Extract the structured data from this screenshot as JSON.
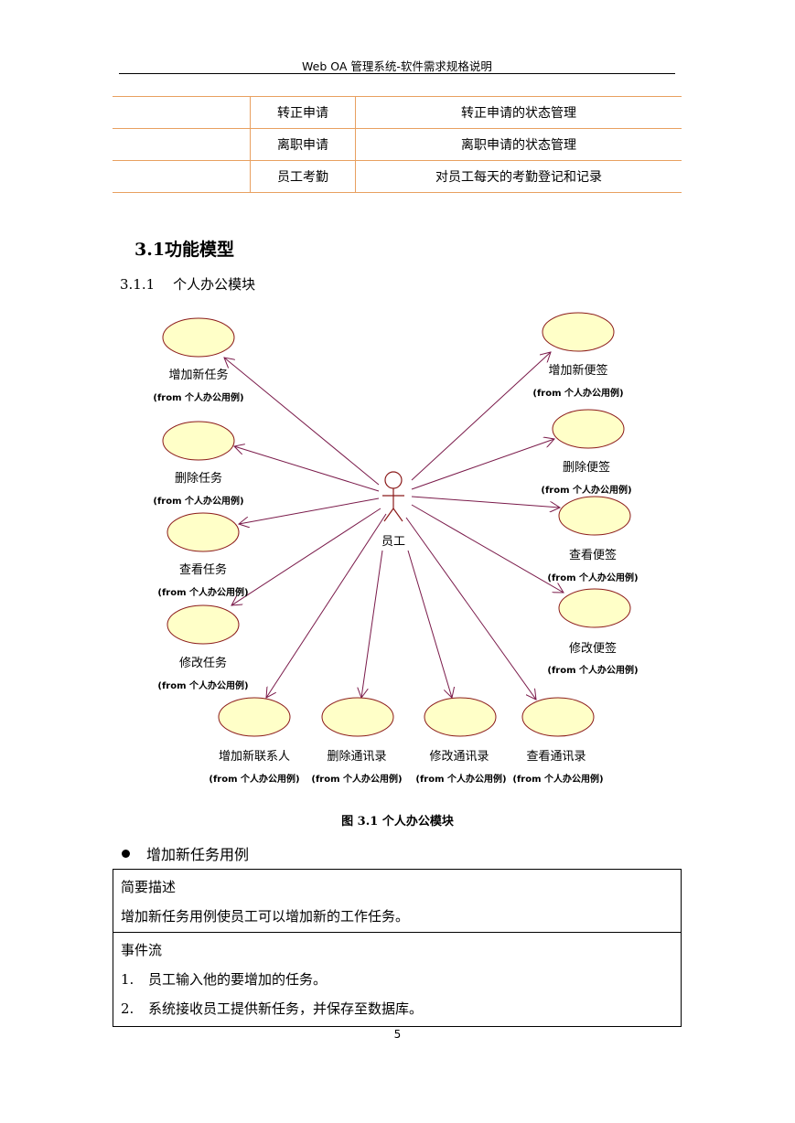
{
  "header": {
    "title": "Web OA 管理系统-软件需求规格说明"
  },
  "top_table": {
    "rows": [
      {
        "name": "转正申请",
        "desc": "转正申请的状态管理"
      },
      {
        "name": "离职申请",
        "desc": "离职申请的状态管理"
      },
      {
        "name": "员工考勤",
        "desc": "对员工每天的考勤登记和记录"
      }
    ]
  },
  "section": {
    "title": "3.1功能模型"
  },
  "subsection": {
    "number": "3.1.1",
    "title": "个人办公模块"
  },
  "diagram": {
    "actor": "员工",
    "from_label": "(from 个人办公用例)",
    "use_cases": {
      "add_task": "增加新任务",
      "delete_task": "删除任务",
      "view_task": "查看任务",
      "edit_task": "修改任务",
      "add_note": "增加新便签",
      "delete_note": "删除便签",
      "view_note": "查看便签",
      "edit_note": "修改便签",
      "add_contact": "增加新联系人",
      "delete_contacts": "删除通讯录",
      "edit_contacts": "修改通讯录",
      "view_contacts": "查看通讯录"
    },
    "colors": {
      "ellipse_fill": "#ffffc8",
      "ellipse_stroke": "#8b1a1a",
      "arrow": "#7a1a4a"
    }
  },
  "caption": "图 3.1 个人办公模块",
  "bullet": "增加新任务用例",
  "use_case_table": {
    "brief_heading": "简要描述",
    "brief_text": "增加新任务用例使员工可以增加新的工作任务。",
    "flow_heading": "事件流",
    "steps": [
      {
        "n": "1.",
        "text": "员工输入他的要增加的任务。"
      },
      {
        "n": "2.",
        "text": "系统接收员工提供新任务，并保存至数据库。"
      }
    ]
  },
  "page_number": "5"
}
